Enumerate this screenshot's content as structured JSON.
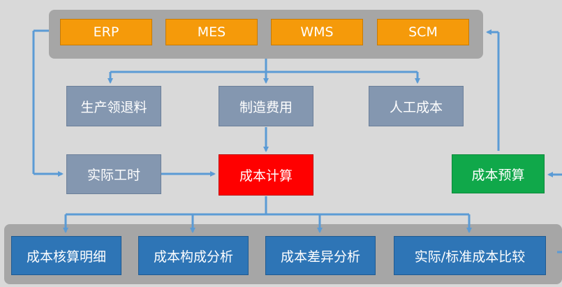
{
  "systems": [
    "ERP",
    "MES",
    "WMS",
    "SCM"
  ],
  "inputs": {
    "material": "生产领退料",
    "overhead": "制造费用",
    "labor": "人工成本",
    "worktime": "实际工时"
  },
  "calc": "成本计算",
  "budget": "成本预算",
  "outputs": [
    "成本核算明细",
    "成本构成分析",
    "成本差异分析",
    "实际/标准成本比较"
  ],
  "colors": {
    "system": "#f59a0a",
    "input": "#8497b0",
    "calc": "#ff0000",
    "budget": "#10a84a",
    "output": "#2e75b6",
    "arrow": "#5b9bd5",
    "panel": "#a6a6a6",
    "background": "#d9d9d9"
  }
}
